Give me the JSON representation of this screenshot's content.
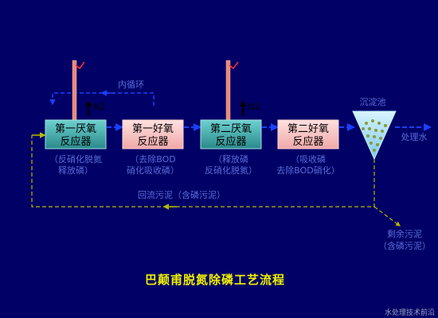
{
  "reactors": [
    {
      "id": "r1",
      "label_line1": "第一厌氧",
      "label_line2": "反应器",
      "note_line1": "（反硝化脱氮",
      "note_line2": "释放磷）"
    },
    {
      "id": "r2",
      "label_line1": "第一好氧",
      "label_line2": "反应器",
      "note_line1": "（去除BOD",
      "note_line2": "硝化吸收磷）"
    },
    {
      "id": "r3",
      "label_line1": "第二厌氧",
      "label_line2": "反应器",
      "note_line1": "（释放磷",
      "note_line2": "反硝化脱氮）"
    },
    {
      "id": "r4",
      "label_line1": "第二好氧",
      "label_line2": "反应器",
      "note_line1": "（吸收磷",
      "note_line2": "去除BOD硝化）"
    }
  ],
  "labels": {
    "internal_recycle": "内循环",
    "n2_left": "N2",
    "n2_right": "N2",
    "clarifier": "沉淀池",
    "effluent": "处理水",
    "return_sludge": "回流污泥（含磷污泥）",
    "waste_sludge_line1": "剩余污泥",
    "waste_sludge_line2": "（含磷污泥）",
    "title": "巴颠甫脱氮除磷工艺流程",
    "watermark": "水处理技术前沿"
  },
  "colors": {
    "background": "#000066",
    "anoxic_fill": "#3aa6a6",
    "aerobic_fill": "#f8c8c8",
    "flow_arrow": "#1a40ff",
    "recycle_line": "#b8b800",
    "annotation_text": "#5a6bd8",
    "title_text": "#f0f000",
    "vent_pipe": "#e88a7a"
  }
}
